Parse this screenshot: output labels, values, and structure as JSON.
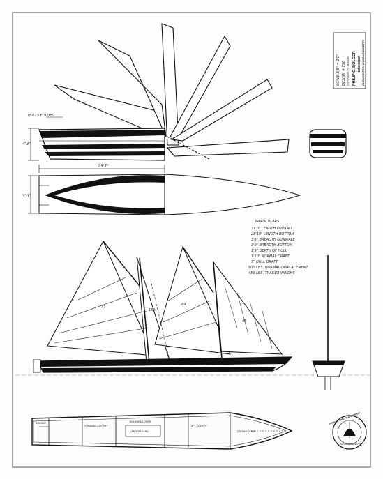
{
  "title_block": {
    "scale": "SCALE 3/8\" = 1'0\"",
    "design_number": "DESIGN # 298",
    "copyright": "COPYRIGHT P.C. BOLGER",
    "designer_name": "PHILIP C. BOLGER",
    "designer_role": "DESIGNER",
    "location": "GLOUCESTER, MASSACHUSETTS"
  },
  "labels": {
    "hull_folded": "HULLS FOLDED",
    "dim_height": "4'3\"",
    "dim_length": "15'7\"",
    "dim_beam": "3'0\""
  },
  "particulars": {
    "heading": "PARTICULARS",
    "lines": [
      "31'0\" LENGTH OVERALL",
      "28'10\" LENGTH BOTTOM",
      "3'6\" BREADTH GUNWALE",
      "3'0\" BREADTH BOTTOM",
      "1'9\" DEPTH OF HULL",
      "1'10\" NORMAL DRAFT",
      "7\" HULL DRAFT",
      "900 LBS. NORMAL DISPLACEMENT",
      "450 LBS. TRAILER WEIGHT"
    ]
  },
  "sail_areas": [
    "47",
    "159",
    "69",
    "48"
  ],
  "plan_labels": {
    "bow_locker": "LOCKER",
    "forward_cockpit": "FORWARD COCKPIT",
    "aft_cockpit": "AFT COCKPIT",
    "bulkhead_over": "BULKHEAD OVER",
    "centerboard": "CENTERBOARD",
    "stern_locker": "STERN LOCKER"
  },
  "stamp": {
    "ring_text": "ARNO H. PHELPS & COMPANY",
    "center_text": "NAVAL ARCHITECTS"
  },
  "colors": {
    "ink": "#111111",
    "paper": "#fdfdfb",
    "border": "#555555"
  }
}
